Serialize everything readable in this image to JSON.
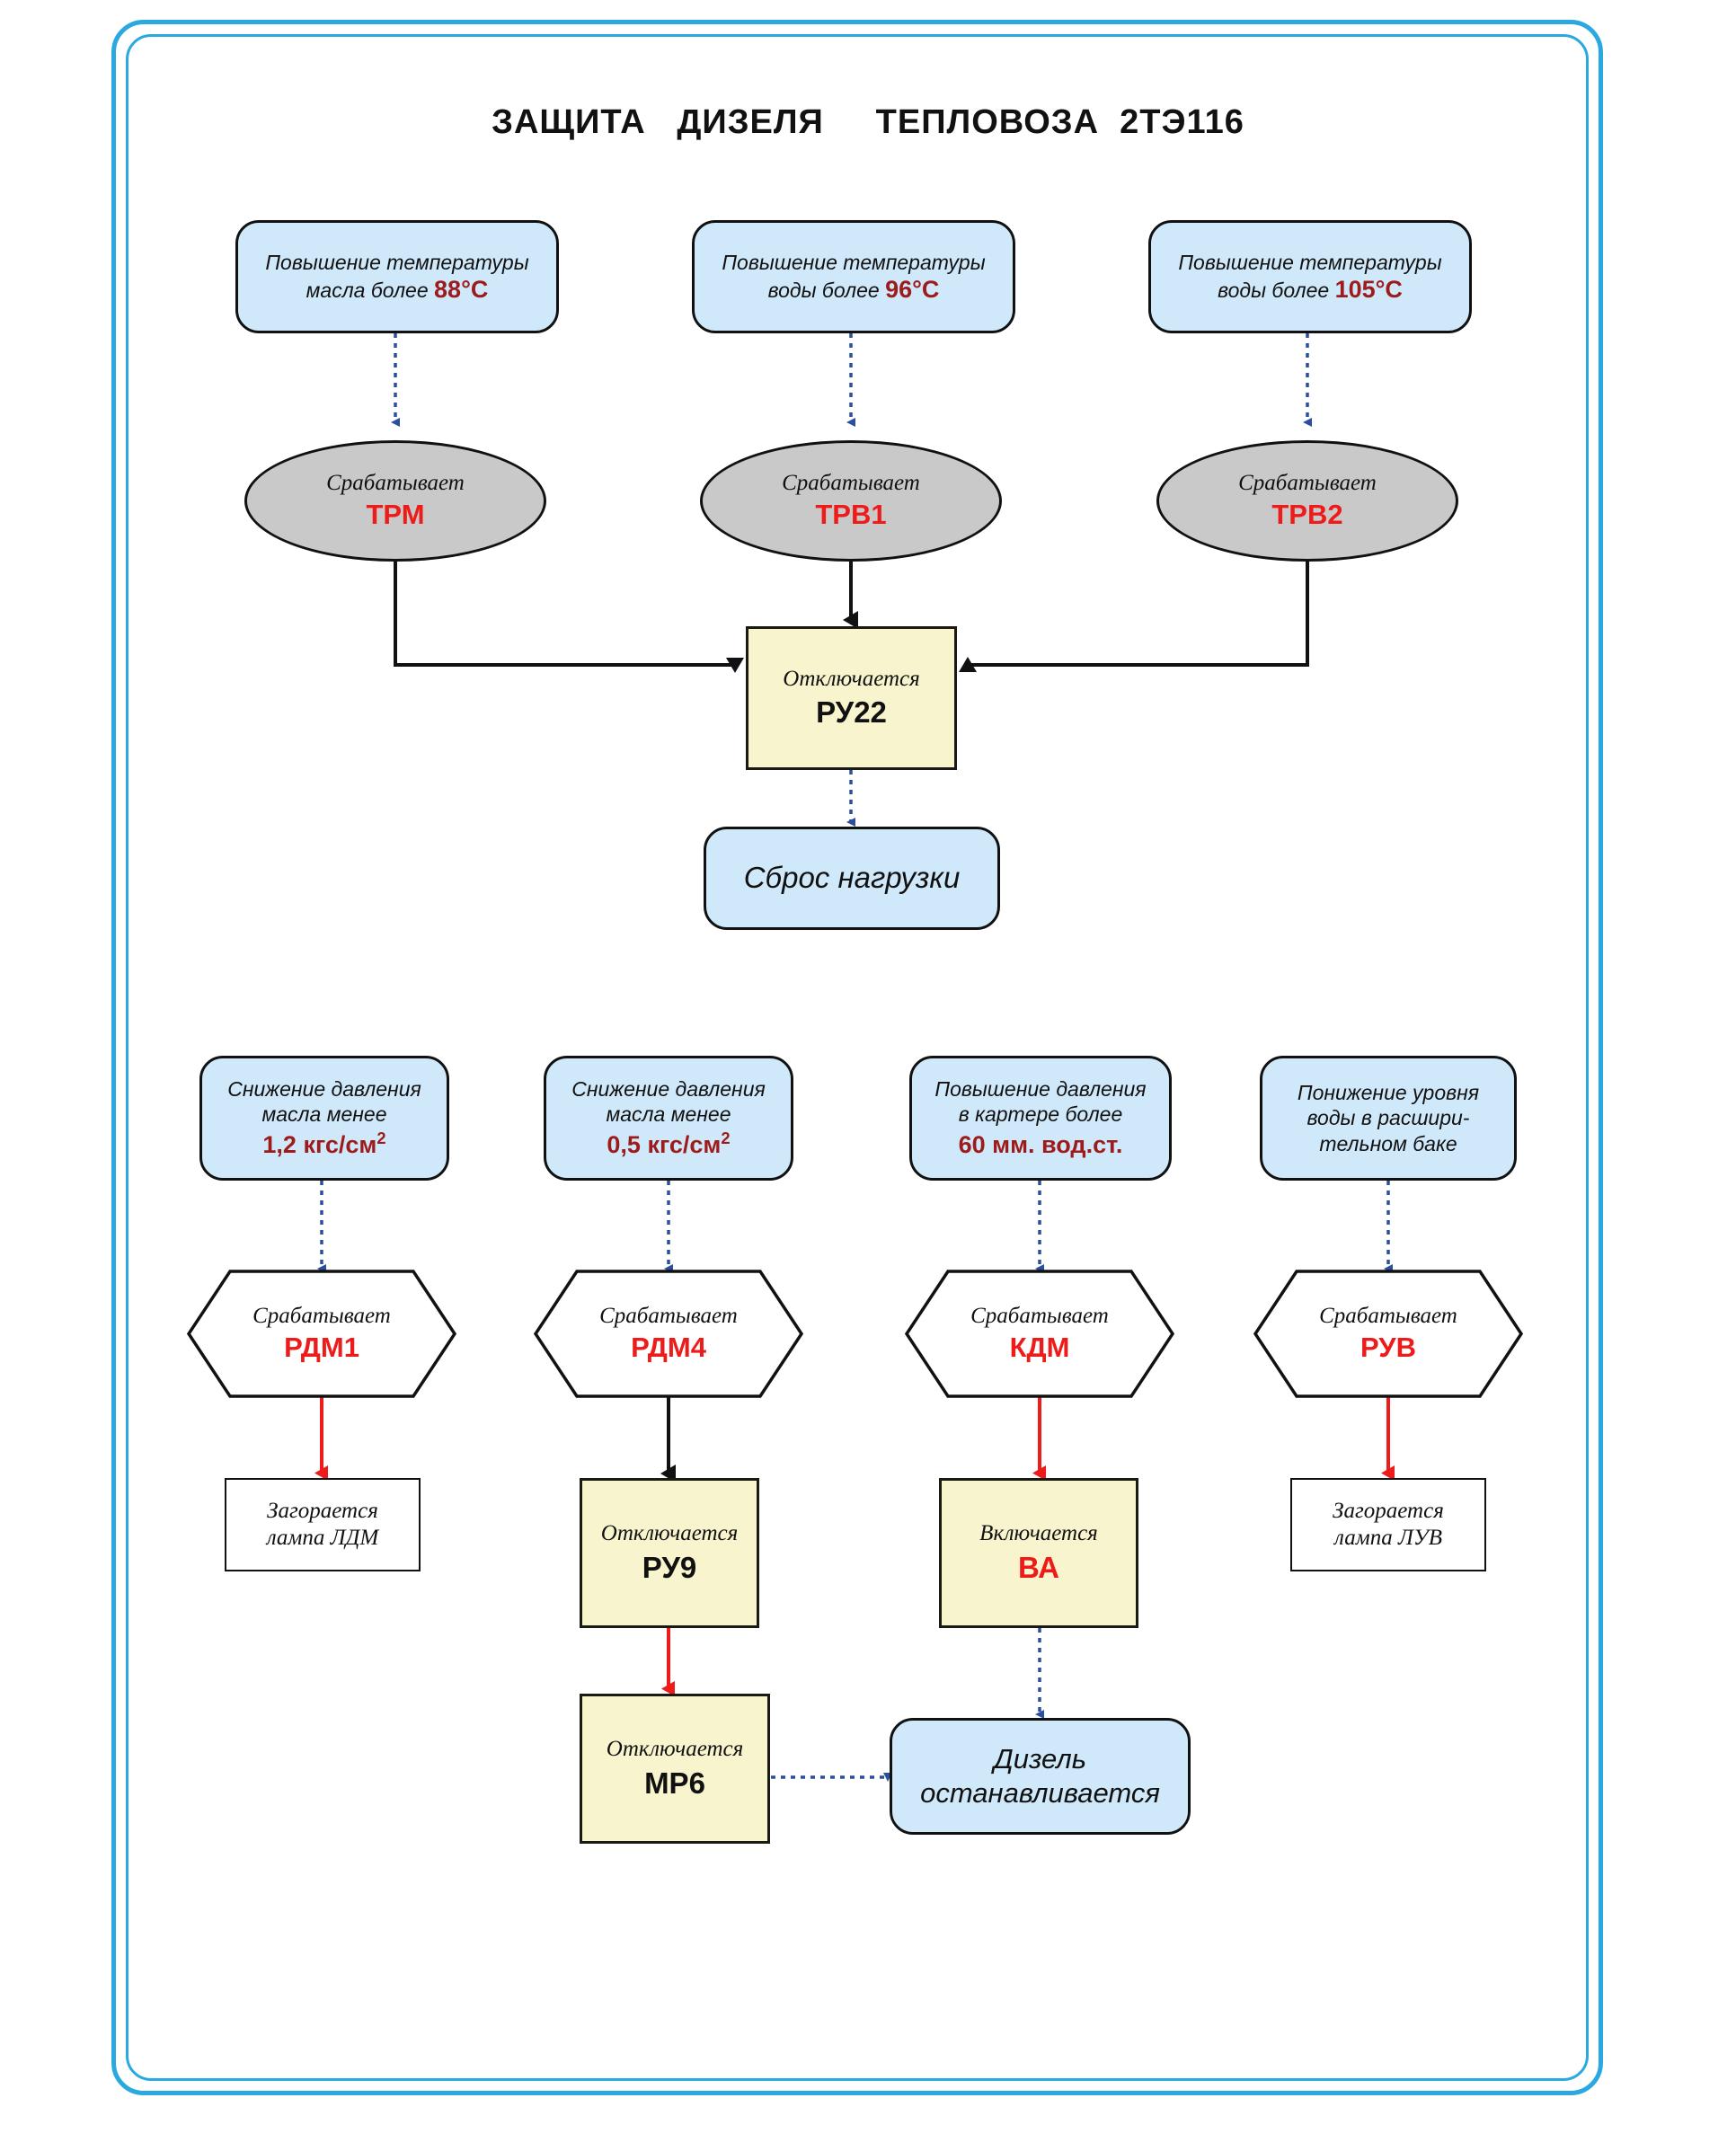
{
  "page": {
    "title": "ЗАЩИТА   ДИЗЕЛЯ     ТЕПЛОВОЗА  2ТЭ116",
    "frame_color": "#29a9e0",
    "background": "#ffffff"
  },
  "palette": {
    "condition_fill": "#cfe9fb",
    "ellipse_fill": "#c9c9c9",
    "action_fill": "#f8f4ce",
    "lamp_fill": "#ffffff",
    "value_red": "#9e1b1b",
    "device_red": "#ee1b1b",
    "arrow_black": "#111111",
    "arrow_red": "#ee1b1b",
    "arrow_blue": "#2b4f9e"
  },
  "conditions_top": [
    {
      "id": "temp-oil",
      "line1": "Повышение температуры",
      "line2_prefix": "масла  более ",
      "value": "88°C"
    },
    {
      "id": "temp-water-96",
      "line1": "Повышение температуры",
      "line2_prefix": "воды  более ",
      "value": "96°C"
    },
    {
      "id": "temp-water-105",
      "line1": "Повышение температуры",
      "line2_prefix": "воды  более ",
      "value": "105°C"
    }
  ],
  "sensors_top": [
    {
      "id": "trm",
      "action": "Срабатывает",
      "device": "ТРМ"
    },
    {
      "id": "trv1",
      "action": "Срабатывает",
      "device": "ТРВ1"
    },
    {
      "id": "trv2",
      "action": "Срабатывает",
      "device": "ТРВ2"
    }
  ],
  "relay_ru22": {
    "action": "Отключается",
    "device": "РУ22"
  },
  "load_reset": {
    "line1": "Сброс нагрузки"
  },
  "conditions_bottom": [
    {
      "id": "oil-pressure-12",
      "line1": "Снижение давления",
      "line2": "масла менее",
      "value": "1,2 кгс/см",
      "value_sup": "2"
    },
    {
      "id": "oil-pressure-05",
      "line1": "Снижение давления",
      "line2": "масла менее",
      "value": "0,5 кгс/см",
      "value_sup": "2"
    },
    {
      "id": "crankcase-pressure-60",
      "line1": "Повышение давления",
      "line2": "в картере более",
      "value": "60 мм. вод.ст.",
      "value_sup": ""
    },
    {
      "id": "water-level-low",
      "line1": "Понижение уровня",
      "line2": "воды в расшири-",
      "line3": "тельном баке",
      "value": "",
      "value_sup": ""
    }
  ],
  "sensors_bottom": [
    {
      "id": "rdm1",
      "action": "Срабатывает",
      "device": "РДМ1"
    },
    {
      "id": "rdm4",
      "action": "Срабатывает",
      "device": "РДМ4"
    },
    {
      "id": "kdm",
      "action": "Срабатывает",
      "device": "КДМ"
    },
    {
      "id": "ruv",
      "action": "Срабатывает",
      "device": "РУВ"
    }
  ],
  "outcomes": {
    "lamp_ldm": {
      "line1": "Загорается",
      "line2": "лампа ЛДМ"
    },
    "lamp_luv": {
      "line1": "Загорается",
      "line2": "лампа ЛУВ"
    },
    "relay_ru9": {
      "action": "Отключается",
      "device": "РУ9"
    },
    "relay_mr6": {
      "action": "Отключается",
      "device": "МР6"
    },
    "relay_va": {
      "action": "Включается",
      "device": "ВА"
    },
    "diesel_stop": {
      "line1": "Дизель",
      "line2": "останавливается"
    }
  }
}
